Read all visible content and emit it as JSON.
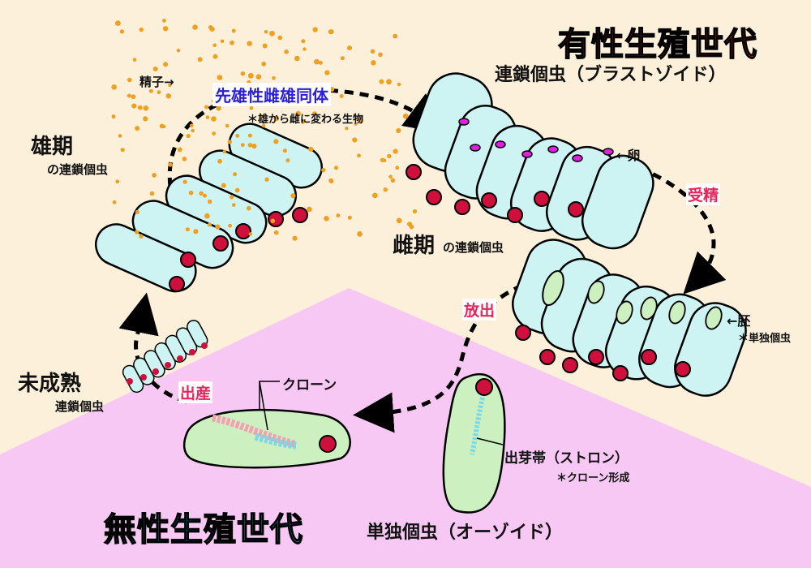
{
  "sexual": {
    "title": "有性生殖世代",
    "subtitle": "連鎖個虫（ブラストゾイド）"
  },
  "asexual": {
    "title": "無性生殖世代",
    "subtitle": "単独個虫（オーゾイド）"
  },
  "stages": {
    "male": {
      "title": "雄期",
      "subtitle": "の連鎖個虫"
    },
    "female": {
      "title": "雌期",
      "subtitle": "の連鎖個虫"
    },
    "immature": {
      "title": "未成熟",
      "subtitle": "連鎖個虫"
    }
  },
  "labels": {
    "sperm": "精子→",
    "protandry": "先雄性雌雄同体",
    "protandry_note": "＊雄から雌に変わる生物",
    "egg": "←卵",
    "fertilization": "受精",
    "embryo": "←胚",
    "embryo_note": "＊単独個虫",
    "release": "放出",
    "stolon": "出芽帯（ストロン）",
    "stolon_note": "＊クローン形成",
    "birth": "出産",
    "clone": "クローン"
  },
  "colors": {
    "background": "#fdf0da",
    "pink_region": "#f8c8f4",
    "zooid_fill": "#cdf3f3",
    "oozoid_fill": "#ccf0c0",
    "nucleus": "#d0103c",
    "sperm": "#f0a020",
    "egg": "#e020e0",
    "accent_red": "#e8261a",
    "accent_blue": "#2aa7e6",
    "arrow_word": "#e8245c",
    "protandry_word": "#2a1fd6"
  }
}
